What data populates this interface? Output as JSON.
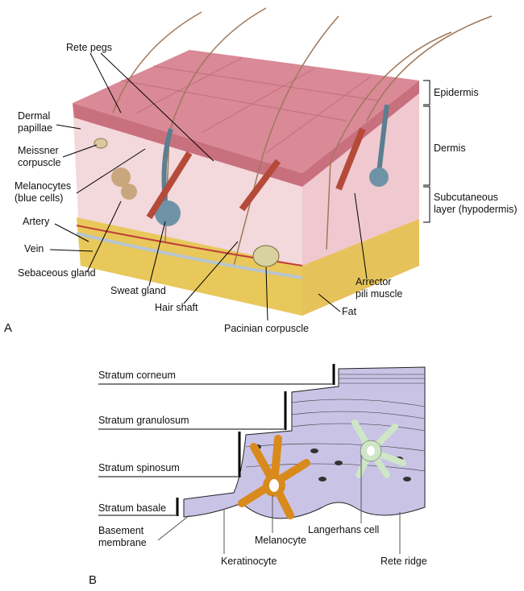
{
  "panel_a": {
    "letter": "A",
    "labels": {
      "rete_pegs": "Rete pegs",
      "dermal_papillae_1": "Dermal",
      "dermal_papillae_2": "papillae",
      "meissner_1": "Meissner",
      "meissner_2": "corpuscle",
      "melanocytes_1": "Melanocytes",
      "melanocytes_2": "(blue cells)",
      "artery": "Artery",
      "vein": "Vein",
      "sebaceous_gland": "Sebaceous gland",
      "sweat_gland": "Sweat gland",
      "hair_shaft": "Hair shaft",
      "pacinian": "Pacinian corpuscle",
      "fat": "Fat",
      "arrector_1": "Arrector",
      "arrector_2": "pili muscle",
      "epidermis": "Epidermis",
      "dermis": "Dermis",
      "subcutaneous_1": "Subcutaneous",
      "subcutaneous_2": "layer (hypodermis)"
    }
  },
  "panel_b": {
    "letter": "B",
    "labels": {
      "stratum_corneum": "Stratum corneum",
      "stratum_granulosum": "Stratum granulosum",
      "stratum_spinosum": "Stratum spinosum",
      "stratum_basale": "Stratum basale",
      "basement_1": "Basement",
      "basement_2": "membrane",
      "keratinocyte": "Keratinocyte",
      "melanocyte": "Melanocyte",
      "langerhans": "Langerhans cell",
      "rete_ridge": "Rete ridge"
    }
  },
  "colors": {
    "epidermis": "#c9707e",
    "dermis": "#f1d2d6",
    "fat": "#e8c85a",
    "cells": "#c9c3e6",
    "melanocyte": "#d98a1c",
    "langerhans": "#cfe6c6"
  }
}
